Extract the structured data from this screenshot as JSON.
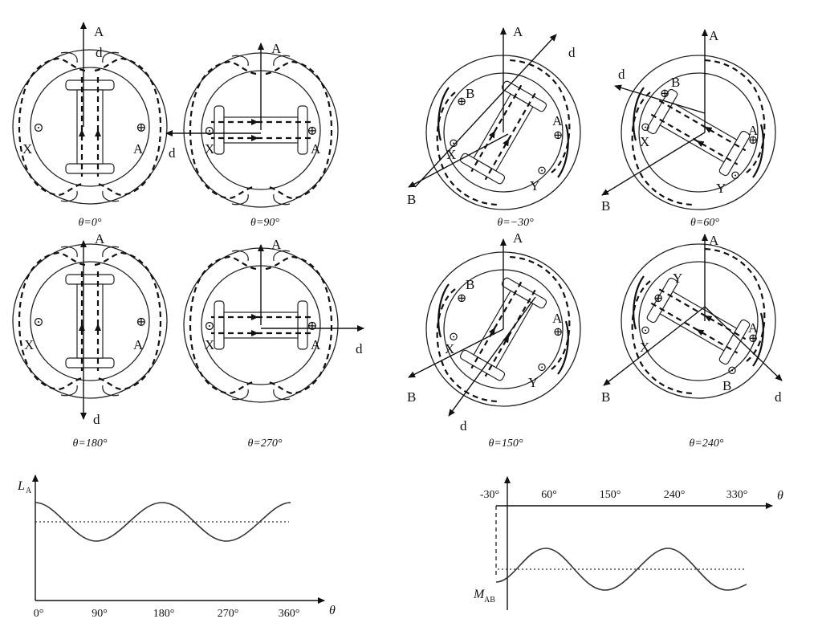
{
  "panels": [
    {
      "caption": "θ=0°",
      "labels": {
        "axisA": "A",
        "axisD": "d",
        "X": "X",
        "A": "A"
      }
    },
    {
      "caption": "θ=90°",
      "labels": {
        "axisA": "A",
        "axisD": "d",
        "X": "X",
        "A": "A"
      }
    },
    {
      "caption": "θ=180°",
      "labels": {
        "axisA": "A",
        "axisD": "d",
        "X": "X",
        "A": "A"
      }
    },
    {
      "caption": "θ=270°",
      "labels": {
        "axisA": "A",
        "axisD": "d",
        "X": "X",
        "A": "A"
      }
    },
    {
      "caption": "θ=−30°",
      "labels": {
        "axisA": "A",
        "axisB": "B",
        "axisD": "d",
        "A": "A",
        "B": "B",
        "X": "X",
        "Y": "Y"
      }
    },
    {
      "caption": "θ=60°",
      "labels": {
        "axisA": "A",
        "axisB": "B",
        "axisD": "d",
        "A": "A",
        "B": "B",
        "X": "X",
        "Y": "Y"
      }
    },
    {
      "caption": "θ=150°",
      "labels": {
        "axisA": "A",
        "axisB": "B",
        "axisD": "d",
        "A": "A",
        "B": "B",
        "X": "X",
        "Y": "Y"
      }
    },
    {
      "caption": "θ=240°",
      "labels": {
        "axisA": "A",
        "axisB": "B",
        "axisD": "d",
        "A": "A",
        "B": "B",
        "X": "X",
        "Y": "Y"
      }
    }
  ],
  "plot_left": {
    "ylabel": "L",
    "ylabel_sub": "A",
    "xlabel": "θ",
    "ticks": [
      "0°",
      "90°",
      "180°",
      "270°",
      "360°"
    ]
  },
  "plot_right": {
    "ylabel": "M",
    "ylabel_sub": "AB",
    "xlabel": "θ",
    "ticks": [
      "-30°",
      "60°",
      "150°",
      "240°",
      "330°"
    ]
  },
  "symbols": {
    "dot": "⊙",
    "cross": "⊕"
  }
}
